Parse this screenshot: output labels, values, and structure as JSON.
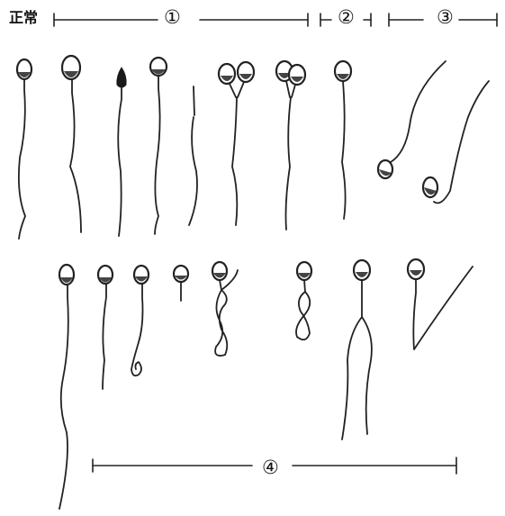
{
  "labels": {
    "normal": "正常",
    "group_1": "①",
    "group_2": "②",
    "group_3": "③",
    "group_4": "④"
  },
  "colors": {
    "ink": "#222222",
    "background": "#ffffff"
  }
}
